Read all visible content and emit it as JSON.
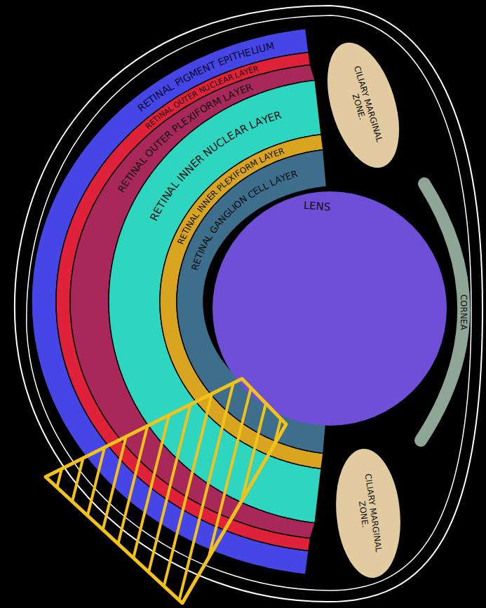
{
  "diagram": {
    "nodes": [
      {
        "text": [
          "RETINAL PIGMENT EPITHELIUM"
        ]
      },
      {
        "text": [
          "RETINAL OUTER NUCLEAR LAYER"
        ]
      },
      {
        "text": [
          "RETINAL OUTER PLEXIFORM LAYER"
        ]
      },
      {
        "text": [
          "RETINAL INNER NUCLEAR LAYER"
        ]
      },
      {
        "text": [
          "RETINAL INNER PLEXIFORM LAYER"
        ]
      },
      {
        "text": [
          "RETINAL GANGLION CELL LAYER"
        ]
      },
      {
        "text": [
          "CILIARY MARGINAL ZONE."
        ]
      },
      {
        "text": [
          "LENS"
        ]
      },
      {
        "text": [
          "CORNEA"
        ]
      },
      {
        "text": [
          "CILIARY MARGINAL ZONE."
        ]
      }
    ]
  }
}
